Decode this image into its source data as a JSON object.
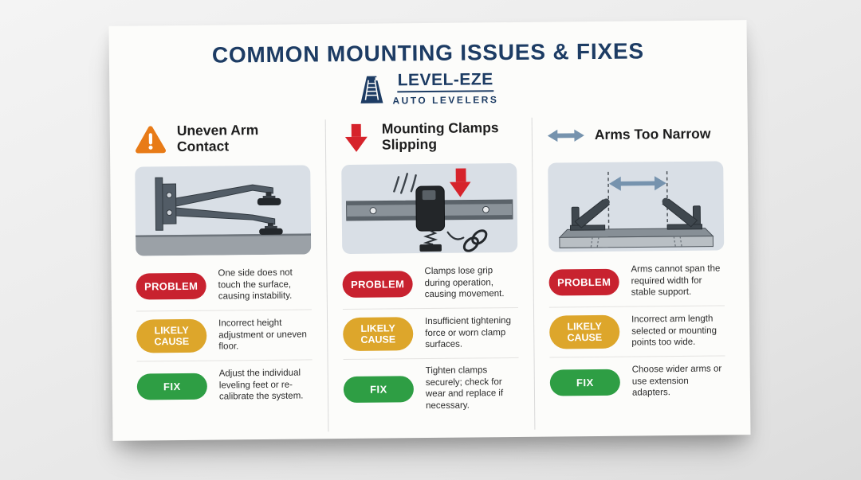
{
  "header": {
    "title": "COMMON MOUNTING ISSUES & FIXES",
    "logo_name": "LEVEL-EZE",
    "logo_tagline": "AUTO LEVELERS"
  },
  "labels": {
    "problem": "PROBLEM",
    "likely_cause": "LIKELY CAUSE",
    "fix": "FIX"
  },
  "colors": {
    "navy": "#1d3c64",
    "problem_red": "#c8222f",
    "cause_gold": "#dda62b",
    "fix_green": "#2e9e44",
    "warning_orange": "#e87b17",
    "arrow_red": "#d6232b",
    "arrow_steel_blue": "#7693ae",
    "illustration_bg": "#d9dfe6"
  },
  "columns": [
    {
      "id": "uneven-arm-contact",
      "icon": "warning-triangle-icon",
      "title": "Uneven Arm Contact",
      "problem": "One side does not touch the surface, causing instability.",
      "likely_cause": "Incorrect height adjustment or uneven floor.",
      "fix": "Adjust the individual leveling feet or re-calibrate the system."
    },
    {
      "id": "mounting-clamps-slipping",
      "icon": "down-arrow-icon",
      "title": "Mounting Clamps Slipping",
      "problem": "Clamps lose grip during operation, causing movement.",
      "likely_cause": "Insufficient tightening force or worn clamp surfaces.",
      "fix": "Tighten clamps securely; check for wear and replace if necessary."
    },
    {
      "id": "arms-too-narrow",
      "icon": "horizontal-double-arrow-icon",
      "title": "Arms Too Narrow",
      "problem": "Arms cannot span the required width for stable support.",
      "likely_cause": "Incorrect arm length selected or mounting points too wide.",
      "fix": "Choose wider arms or use extension adapters."
    }
  ]
}
